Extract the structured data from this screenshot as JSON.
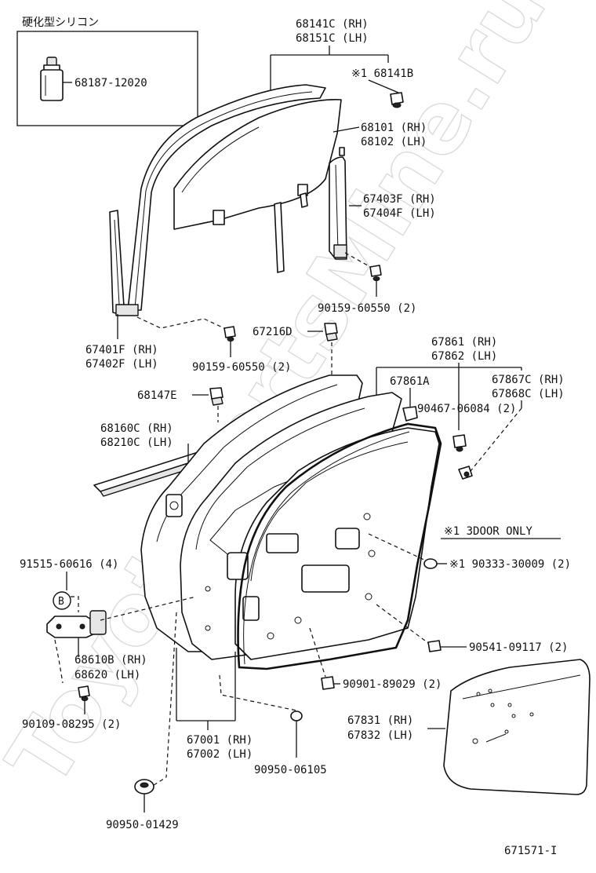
{
  "watermark": "ToyotaPartsMine.ru",
  "sealant_box": {
    "title": "硬化型シリコン",
    "part": "68187-12020"
  },
  "note": "※1 3DOOR  ONLY",
  "figure_id": "671571-I",
  "parts": {
    "p68141C": "68141C (RH)",
    "p68151C": "68151C (LH)",
    "p68141B": "※1 68141B",
    "p68101": "68101 (RH)",
    "p68102": "68102 (LH)",
    "p67403F": "67403F (RH)",
    "p67404F": "67404F (LH)",
    "p90159a": "90159-60550 (2)",
    "p67401F": "67401F (RH)",
    "p67402F": "67402F (LH)",
    "p90159b": "90159-60550 (2)",
    "p67216D": "67216D",
    "p67861": "67861 (RH)",
    "p67862": "67862 (LH)",
    "p67861A": "67861A",
    "p67867C": "67867C (RH)",
    "p67868C": "67868C (LH)",
    "p90467": "90467-06084 (2)",
    "p68147E": "68147E",
    "p68160C": "68160C (RH)",
    "p68210C": "68210C (LH)",
    "p91515": "91515-60616 (4)",
    "p90333": "※1 90333-30009 (2)",
    "pB": "B",
    "p68610B": "68610B (RH)",
    "p68620": "68620  (LH)",
    "p90541": "90541-09117 (2)",
    "p90901": "90901-89029 (2)",
    "p90109": "90109-08295 (2)",
    "p67831": "67831 (RH)",
    "p67832": "67832 (LH)",
    "p67001": "67001 (RH)",
    "p67002": "67002 (LH)",
    "p90950a": "90950-06105",
    "p90950b": "90950-01429"
  }
}
